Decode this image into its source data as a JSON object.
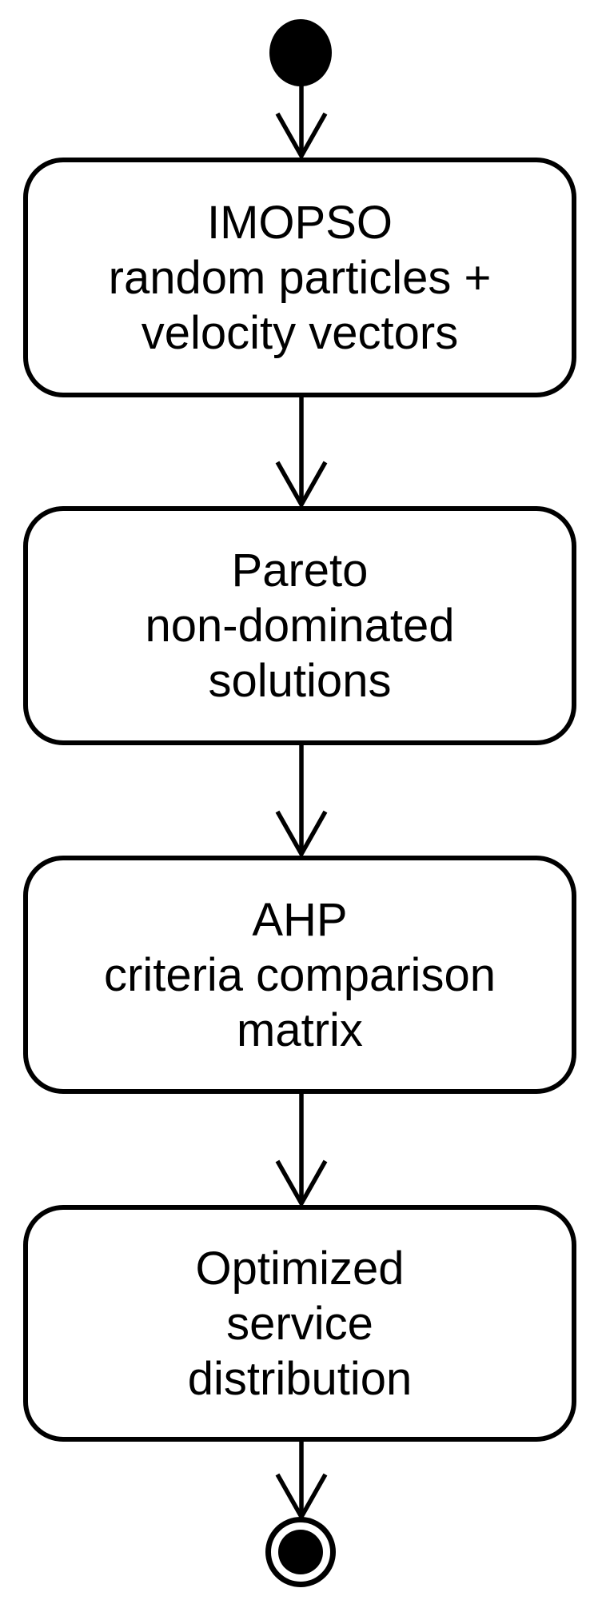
{
  "diagram": {
    "kind": "activity-flowchart",
    "colors": {
      "background": "#ffffff",
      "stroke": "#000000",
      "text": "#000000"
    },
    "start_node": {
      "shape": "filled-circle"
    },
    "end_node": {
      "shape": "bullseye-circle"
    },
    "steps": [
      {
        "id": "imopso",
        "lines": [
          "IMOPSO",
          "random particles +",
          "velocity vectors"
        ]
      },
      {
        "id": "pareto",
        "lines": [
          "Pareto",
          "non-dominated",
          "solutions"
        ]
      },
      {
        "id": "ahp",
        "lines": [
          "AHP",
          "criteria comparison",
          "matrix"
        ]
      },
      {
        "id": "optimized-service-distribution",
        "lines": [
          "Optimized",
          "service",
          "distribution"
        ]
      }
    ]
  }
}
